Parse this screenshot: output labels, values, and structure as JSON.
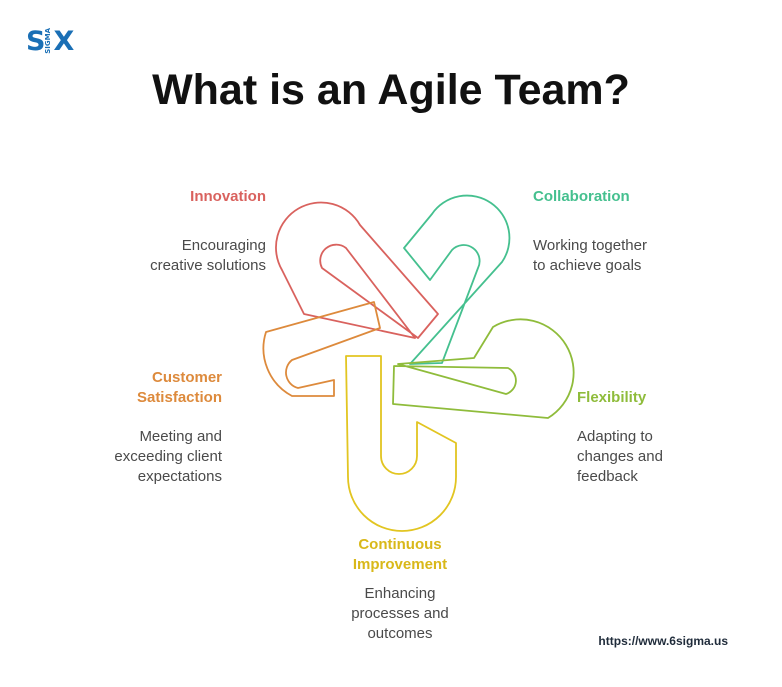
{
  "logo": {
    "left": "S",
    "small": "SIGMA",
    "right": "X"
  },
  "title": "What is an Agile Team?",
  "colors": {
    "innovation": "#d9625e",
    "collaboration": "#45c08f",
    "flexibility": "#8fbc3b",
    "improvement": "#e2c521",
    "satisfaction": "#dd8a3c"
  },
  "items": {
    "innovation": {
      "title": "Innovation",
      "desc": [
        "Encouraging",
        "creative solutions"
      ]
    },
    "collaboration": {
      "title": "Collaboration",
      "desc": [
        "Working together",
        "to achieve goals"
      ]
    },
    "flexibility": {
      "title": "Flexibility",
      "desc": [
        "Adapting to",
        "changes and",
        "feedback"
      ]
    },
    "improvement": {
      "title": [
        "Continuous",
        "Improvement"
      ],
      "desc": [
        "Enhancing",
        "processes and",
        "outcomes"
      ]
    },
    "satisfaction": {
      "title": [
        "Customer",
        "Satisfaction"
      ],
      "desc": [
        "Meeting and",
        "exceeding client",
        "expectations"
      ]
    }
  },
  "url": "https://www.6sigma.us"
}
